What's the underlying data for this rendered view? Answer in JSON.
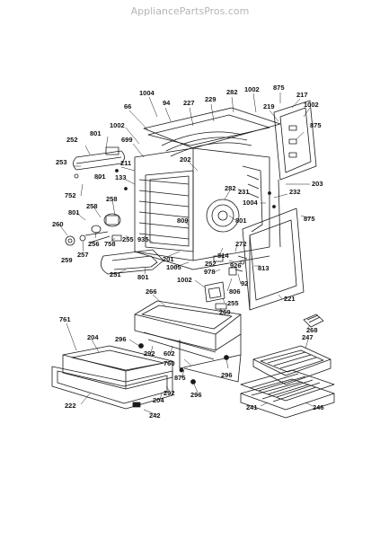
{
  "watermark": "AppliancePartsPros.com",
  "labels": [
    "1004",
    "94",
    "66",
    "227",
    "229",
    "282",
    "1002",
    "875",
    "217",
    "1002",
    "219",
    "875",
    "1002",
    "699",
    "801",
    "252",
    "211",
    "253",
    "801",
    "752",
    "133",
    "202",
    "203",
    "232",
    "231",
    "282",
    "1004",
    "875",
    "801",
    "258",
    "258",
    "801",
    "260",
    "256",
    "257",
    "259",
    "758",
    "255",
    "935",
    "809",
    "201",
    "1005",
    "252",
    "926",
    "814",
    "272",
    "813",
    "251",
    "801",
    "978",
    "1002",
    "806",
    "92",
    "255",
    "269",
    "221",
    "266",
    "268",
    "247",
    "761",
    "296",
    "292",
    "602",
    "760",
    "204",
    "875",
    "296",
    "292",
    "296",
    "204",
    "222",
    "242",
    "241",
    "246"
  ]
}
